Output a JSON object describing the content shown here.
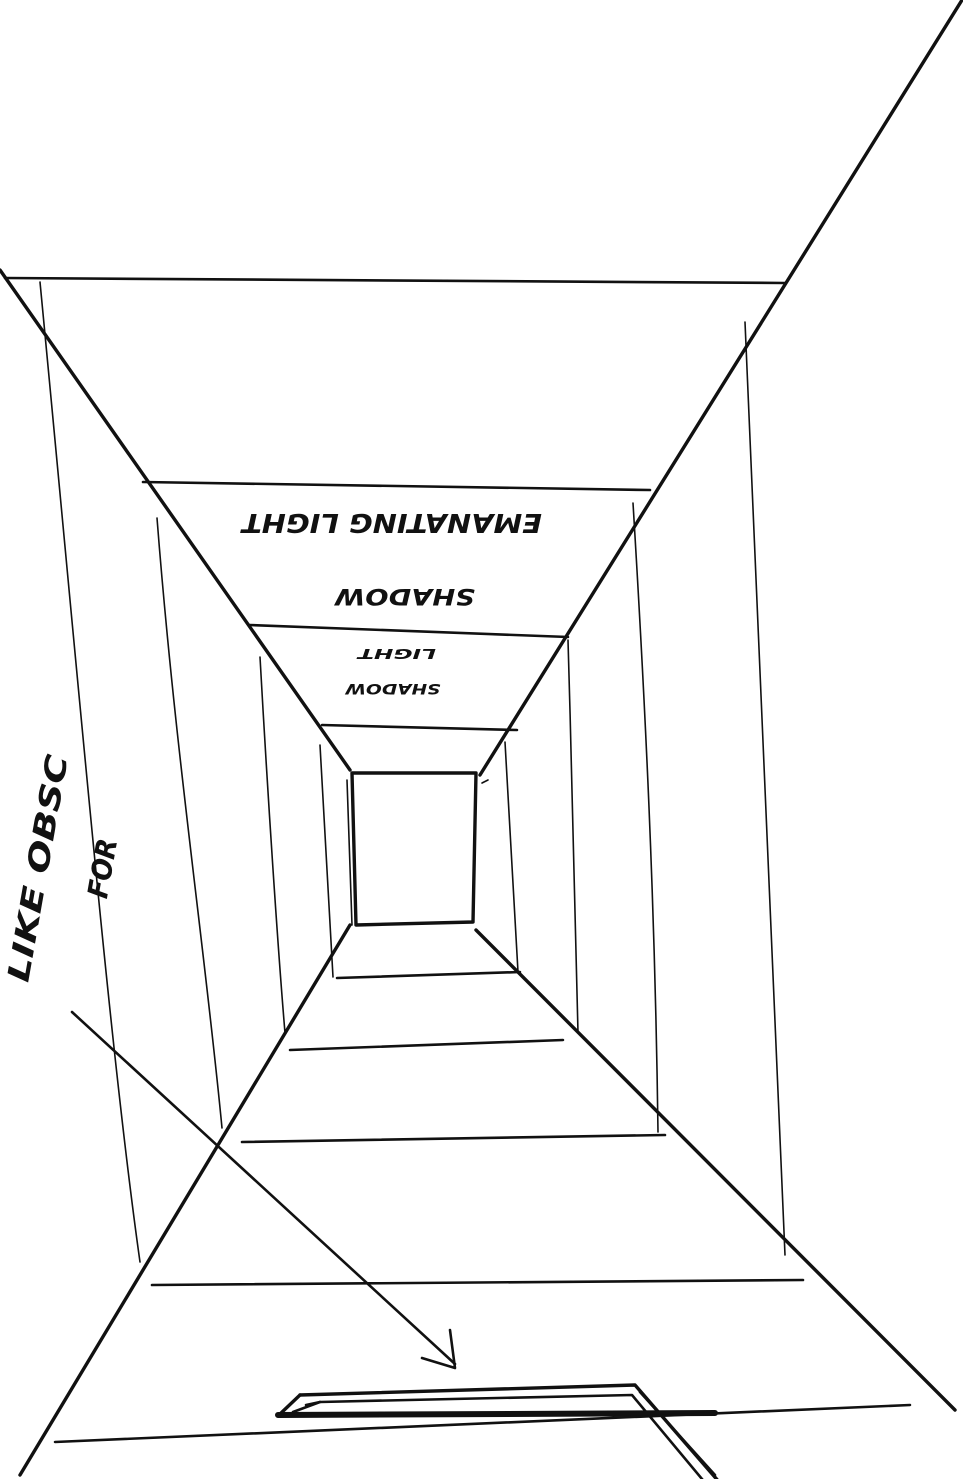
{
  "sketch": {
    "ink_color": "#111111",
    "paper_color": "#ffffff",
    "annotations": {
      "side_note_line1": "LIKE OBSC",
      "side_note_line2": "FOR",
      "ceiling_label_1": "EMANATING LIGHT",
      "ceiling_label_2": "SHADOW",
      "ceiling_label_3": "LIGHT",
      "ceiling_label_4": "SHADOW"
    }
  }
}
